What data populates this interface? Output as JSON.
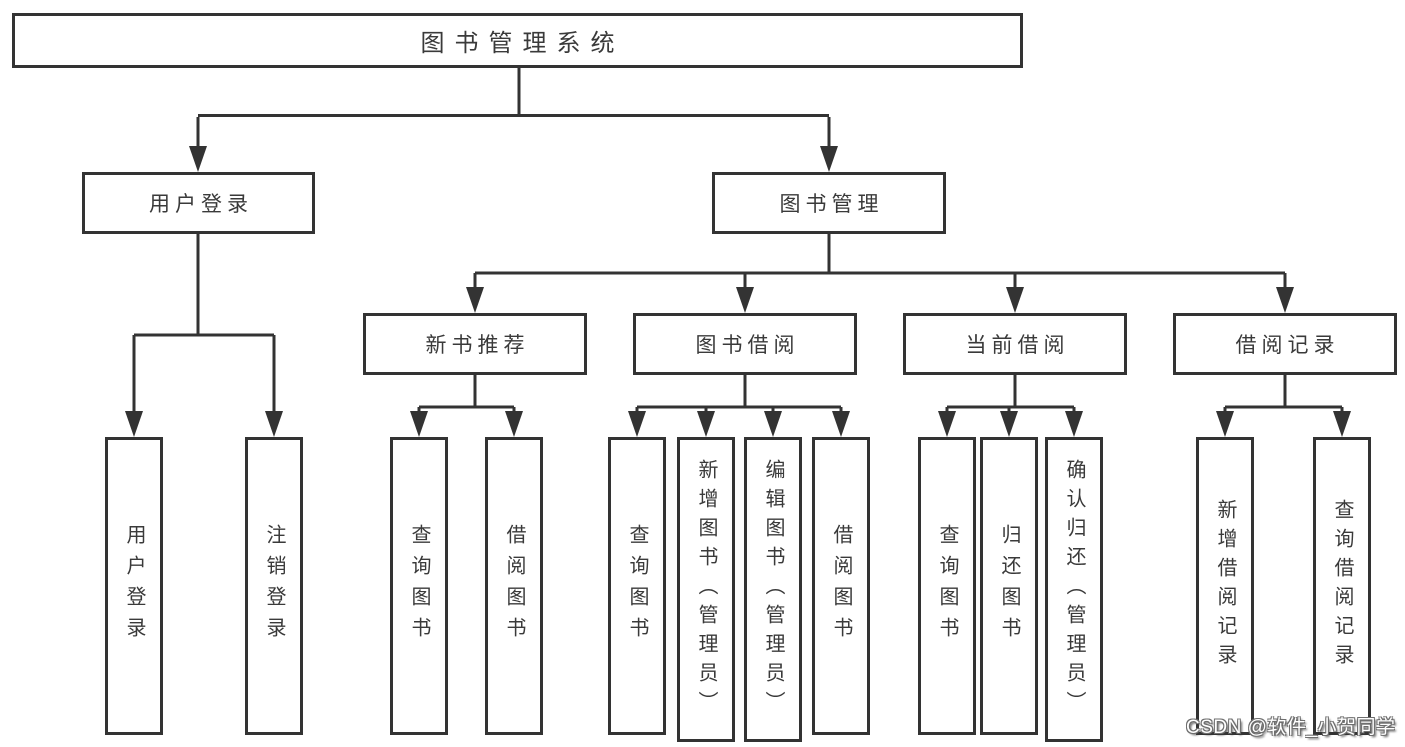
{
  "tree": {
    "root": {
      "label": "图书管理系统"
    },
    "children": [
      {
        "label": "用户登录",
        "children": [
          {
            "label": "用户登录"
          },
          {
            "label": "注销登录"
          }
        ]
      },
      {
        "label": "图书管理",
        "children": [
          {
            "label": "新书推荐",
            "children": [
              {
                "label": "查询图书"
              },
              {
                "label": "借阅图书"
              }
            ]
          },
          {
            "label": "图书借阅",
            "children": [
              {
                "label": "查询图书"
              },
              {
                "label": "新增图书（管理员）"
              },
              {
                "label": "编辑图书（管理员）"
              },
              {
                "label": "借阅图书"
              }
            ]
          },
          {
            "label": "当前借阅",
            "children": [
              {
                "label": "查询图书"
              },
              {
                "label": "归还图书"
              },
              {
                "label": "确认归还（管理员）"
              }
            ]
          },
          {
            "label": "借阅记录",
            "children": [
              {
                "label": "新增借阅记录"
              },
              {
                "label": "查询借阅记录"
              }
            ]
          }
        ]
      }
    ]
  },
  "watermark": "CSDN @软件_小贺同学",
  "colors": {
    "line": "#333333",
    "box_border": "#333333",
    "text": "#3a3a3a",
    "box_background": "#ffffff",
    "page_background": "#ffffff",
    "watermark_text": "#ffffff"
  }
}
